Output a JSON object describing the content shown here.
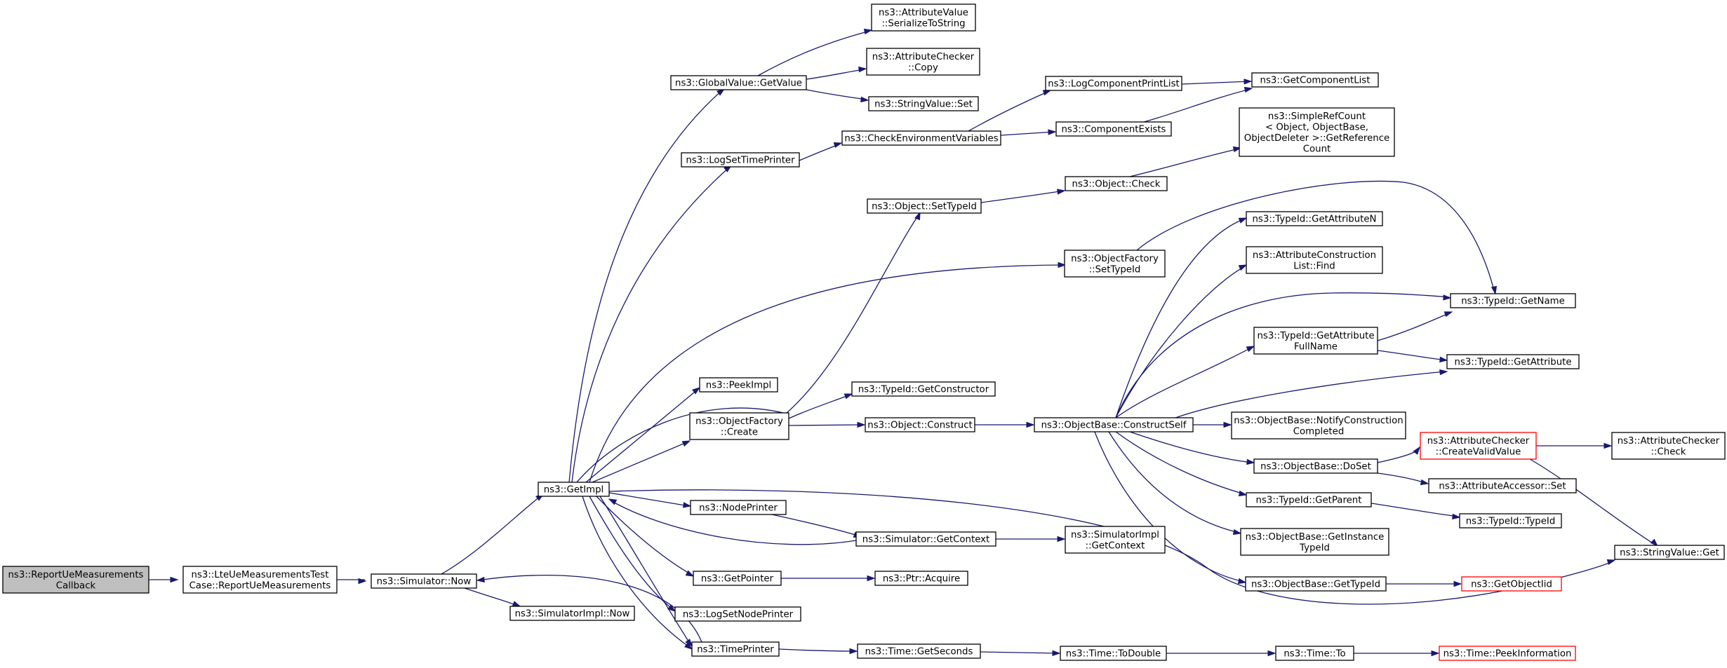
{
  "colors": {
    "edge": "#191970",
    "root_fill": "#bfbfbf",
    "highlight_border": "#ff0000"
  },
  "nodes": {
    "root": [
      "ns3::ReportUeMeasurements",
      "Callback"
    ],
    "lte_test": [
      "ns3::LteUeMeasurementsTest",
      "Case::ReportUeMeasurements"
    ],
    "sim_now": [
      "ns3::Simulator::Now"
    ],
    "simimpl_now": [
      "ns3::SimulatorImpl::Now"
    ],
    "getimpl": [
      "ns3::GetImpl"
    ],
    "gv_getvalue": [
      "ns3::GlobalValue::GetValue"
    ],
    "av_serialize": [
      "ns3::AttributeValue",
      "::SerializeToString"
    ],
    "ac_copy": [
      "ns3::AttributeChecker",
      "::Copy"
    ],
    "sv_set": [
      "ns3::StringValue::Set"
    ],
    "log_set_time": [
      "ns3::LogSetTimePrinter"
    ],
    "check_env": [
      "ns3::CheckEnvironmentVariables"
    ],
    "log_comp_print": [
      "ns3::LogComponentPrintList"
    ],
    "get_comp_list": [
      "ns3::GetComponentList"
    ],
    "comp_exists": [
      "ns3::ComponentExists"
    ],
    "obj_settypeid": [
      "ns3::Object::SetTypeId"
    ],
    "obj_check": [
      "ns3::Object::Check"
    ],
    "simple_refcount": [
      "ns3::SimpleRefCount",
      "< Object, ObjectBase,",
      "ObjectDeleter >::GetReference",
      "Count"
    ],
    "of_settypeid": [
      "ns3::ObjectFactory",
      "::SetTypeId"
    ],
    "tid_getattrn": [
      "ns3::TypeId::GetAttributeN"
    ],
    "acl_find": [
      "ns3::AttributeConstruction",
      "List::Find"
    ],
    "tid_getname": [
      "ns3::TypeId::GetName"
    ],
    "tid_getattrfull": [
      "ns3::TypeId::GetAttribute",
      "FullName"
    ],
    "tid_getattr": [
      "ns3::TypeId::GetAttribute"
    ],
    "peekimpl": [
      "ns3::PeekImpl"
    ],
    "tid_getctor": [
      "ns3::TypeId::GetConstructor"
    ],
    "of_create": [
      "ns3::ObjectFactory",
      "::Create"
    ],
    "obj_construct": [
      "ns3::Object::Construct"
    ],
    "ob_constructself": [
      "ns3::ObjectBase::ConstructSelf"
    ],
    "ob_notify": [
      "ns3::ObjectBase::NotifyConstruction",
      "Completed"
    ],
    "ob_doset": [
      "ns3::ObjectBase::DoSet"
    ],
    "ac_createvalid": [
      "ns3::AttributeChecker",
      "::CreateValidValue"
    ],
    "ac_check": [
      "ns3::AttributeChecker",
      "::Check"
    ],
    "aa_set": [
      "ns3::AttributeAccessor::Set"
    ],
    "tid_getparent": [
      "ns3::TypeId::GetParent"
    ],
    "tid_typeid": [
      "ns3::TypeId::TypeId"
    ],
    "nodeprinter": [
      "ns3::NodePrinter"
    ],
    "sim_getcontext": [
      "ns3::Simulator::GetContext"
    ],
    "simimpl_getcontext": [
      "ns3::SimulatorImpl",
      "::GetContext"
    ],
    "ob_getinstance": [
      "ns3::ObjectBase::GetInstance",
      "TypeId"
    ],
    "sv_get": [
      "ns3::StringValue::Get"
    ],
    "ob_gettypeid": [
      "ns3::ObjectBase::GetTypeId"
    ],
    "getobjectiid": [
      "ns3::GetObjectIid"
    ],
    "getpointer": [
      "ns3::GetPointer"
    ],
    "ptr_acquire": [
      "ns3::Ptr::Acquire"
    ],
    "log_set_node": [
      "ns3::LogSetNodePrinter"
    ],
    "timeprinter": [
      "ns3::TimePrinter"
    ],
    "time_getseconds": [
      "ns3::Time::GetSeconds"
    ],
    "time_todouble": [
      "ns3::Time::ToDouble"
    ],
    "time_to": [
      "ns3::Time::To"
    ],
    "time_peekinfo": [
      "ns3::Time::PeekInformation"
    ]
  }
}
